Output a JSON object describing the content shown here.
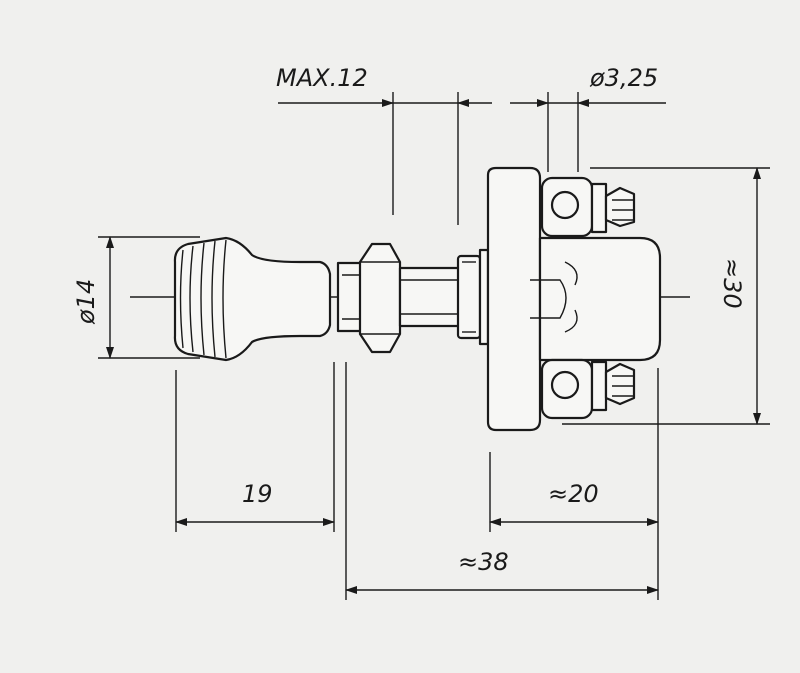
{
  "dimensions": {
    "max_depth": "MAX.12",
    "hole_diameter": "ø3,25",
    "knob_diameter": "ø14",
    "height": "≈30",
    "knob_length": "19",
    "body_depth": "≈20",
    "overall_length": "≈38"
  },
  "colors": {
    "line": "#1a1a1a",
    "paper": "#f0f0ee"
  }
}
